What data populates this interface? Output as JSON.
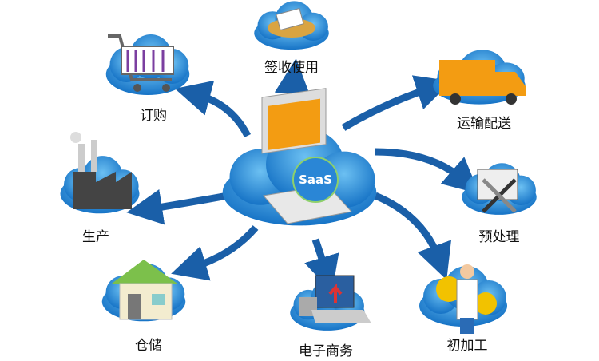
{
  "center": {
    "logo_text": "SaaS",
    "icon": "laptop-globe-icon"
  },
  "colors": {
    "cloud": "#1e7fd0",
    "cloud_light": "#5fb0ec",
    "arrow": "#1a5fa8"
  },
  "nodes": [
    {
      "id": "sign",
      "label": "签收使用",
      "icon": "signing-desk-icon"
    },
    {
      "id": "order",
      "label": "订购",
      "icon": "shopping-cart-icon"
    },
    {
      "id": "transport",
      "label": "运输配送",
      "icon": "delivery-truck-icon"
    },
    {
      "id": "produce",
      "label": "生产",
      "icon": "factory-icon"
    },
    {
      "id": "preprocess",
      "label": "预处理",
      "icon": "tools-icon"
    },
    {
      "id": "storage",
      "label": "仓储",
      "icon": "house-icon"
    },
    {
      "id": "ecommerce",
      "label": "电子商务",
      "icon": "laptop-chart-icon"
    },
    {
      "id": "processing",
      "label": "初加工",
      "icon": "worker-gears-icon"
    }
  ]
}
